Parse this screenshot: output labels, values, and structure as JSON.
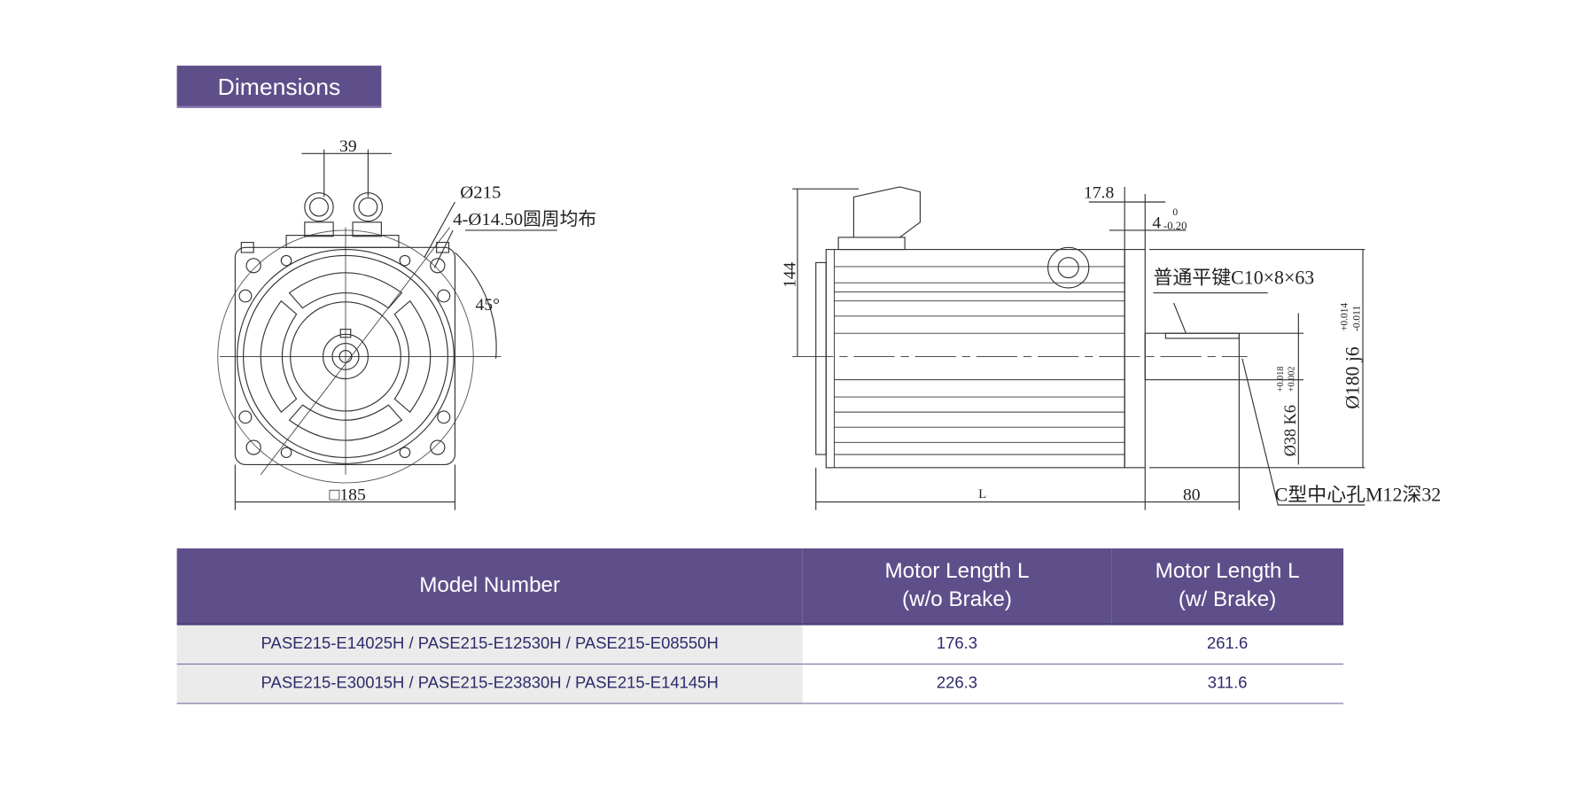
{
  "section_title": "Dimensions",
  "drawing_labels": {
    "front": {
      "dim_connector_spacing": "39",
      "dim_circle": "Ø215",
      "dim_holes": "4-Ø14.50圆周均布",
      "dim_angle": "45°",
      "dim_square": "□185"
    },
    "side": {
      "dim_height": "144",
      "dim_flange": "17.8",
      "dim_spigot": "4",
      "dim_spigot_tol_upper": "0",
      "dim_spigot_tol_lower": "-0.20",
      "key_note": "普通平键C10×8×63",
      "dim_pilot": "Ø180 j6",
      "dim_pilot_tol_upper": "+0.014",
      "dim_pilot_tol_lower": "-0.011",
      "dim_shaft": "Ø38 K6",
      "dim_shaft_tol_upper": "+0.018",
      "dim_shaft_tol_lower": "+0.002",
      "dim_length": "L",
      "dim_shaft_length": "80",
      "center_hole_note": "C型中心孔M12深32"
    }
  },
  "table": {
    "headers": [
      "Model Number",
      "Motor Length L\n(w/o Brake)",
      "Motor Length L\n(w/ Brake)"
    ],
    "header_lines": [
      [
        "Model Number"
      ],
      [
        "Motor Length L",
        "(w/o Brake)"
      ],
      [
        "Motor Length L",
        "(w/ Brake)"
      ]
    ],
    "rows": [
      {
        "model": "PASE215-E14025H / PASE215-E12530H / PASE215-E08550H",
        "without_brake": "176.3",
        "with_brake": "261.6"
      },
      {
        "model": "PASE215-E30015H / PASE215-E23830H / PASE215-E14145H",
        "without_brake": "226.3",
        "with_brake": "311.6"
      }
    ]
  },
  "colors": {
    "accent": "#5E4F8A",
    "row_text": "#2E2A6B",
    "model_cell_bg": "#EBEBEB"
  }
}
